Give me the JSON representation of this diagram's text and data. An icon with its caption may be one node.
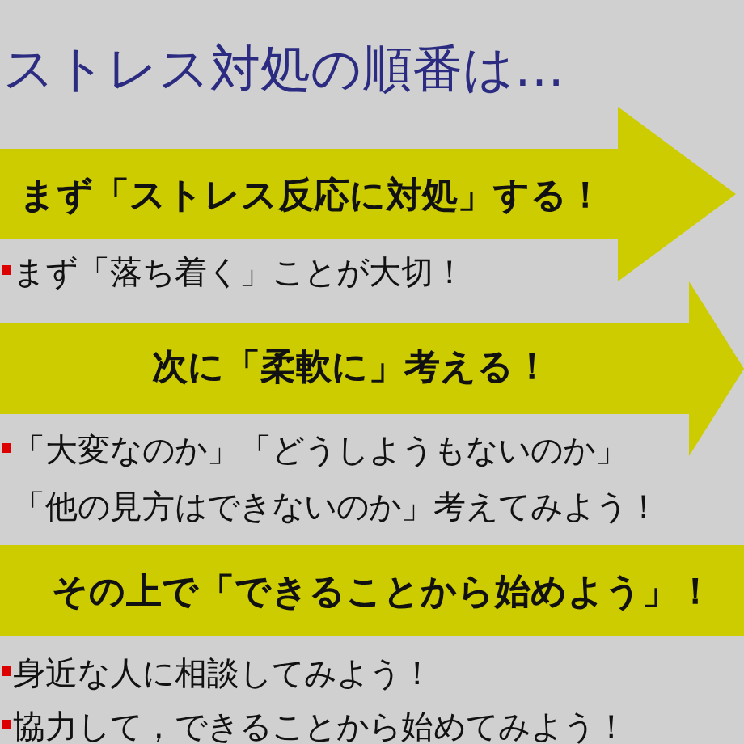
{
  "diagram": {
    "title": "ストレス対処の順番は…",
    "nodes": [
      {
        "text": [
          "まず「ストレス反応に対処」する！"
        ]
      },
      {
        "text": [
          "次に「柔軟に」考える！"
        ]
      },
      {
        "text": [
          "その上で「できることから始めよう」！"
        ]
      }
    ],
    "labels": [
      "まず「落ち着く」ことが大切！",
      "「大変なのか」「どうしようもないのか」「他の見方はできないのか」考えてみよう！",
      "身近な人に相談してみよう！",
      "協力して，できることから始めてみよう！"
    ]
  }
}
